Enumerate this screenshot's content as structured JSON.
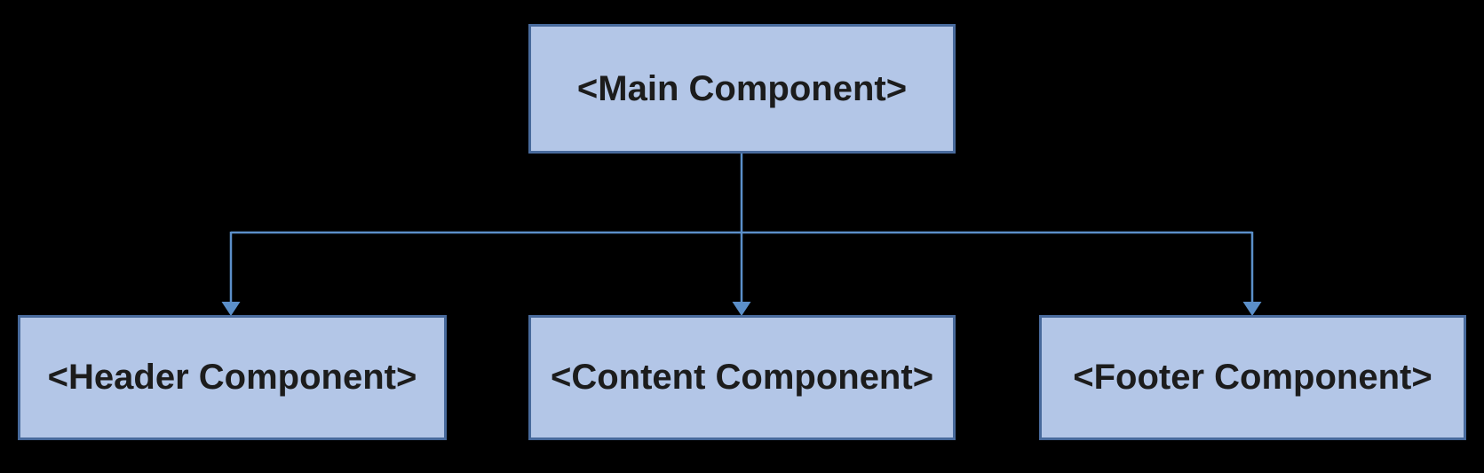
{
  "diagram": {
    "colors": {
      "background": "#000000",
      "node_fill": "#b3c6e7",
      "node_border": "#486a9c",
      "connector": "#5b8fc9",
      "text": "#1c1c1c"
    },
    "nodes": {
      "main": {
        "label": "<Main Component>"
      },
      "header": {
        "label": "<Header Component>"
      },
      "content": {
        "label": "<Content Component>"
      },
      "footer": {
        "label": "<Footer Component>"
      }
    },
    "edges": [
      {
        "from": "main",
        "to": "header"
      },
      {
        "from": "main",
        "to": "content"
      },
      {
        "from": "main",
        "to": "footer"
      }
    ]
  }
}
